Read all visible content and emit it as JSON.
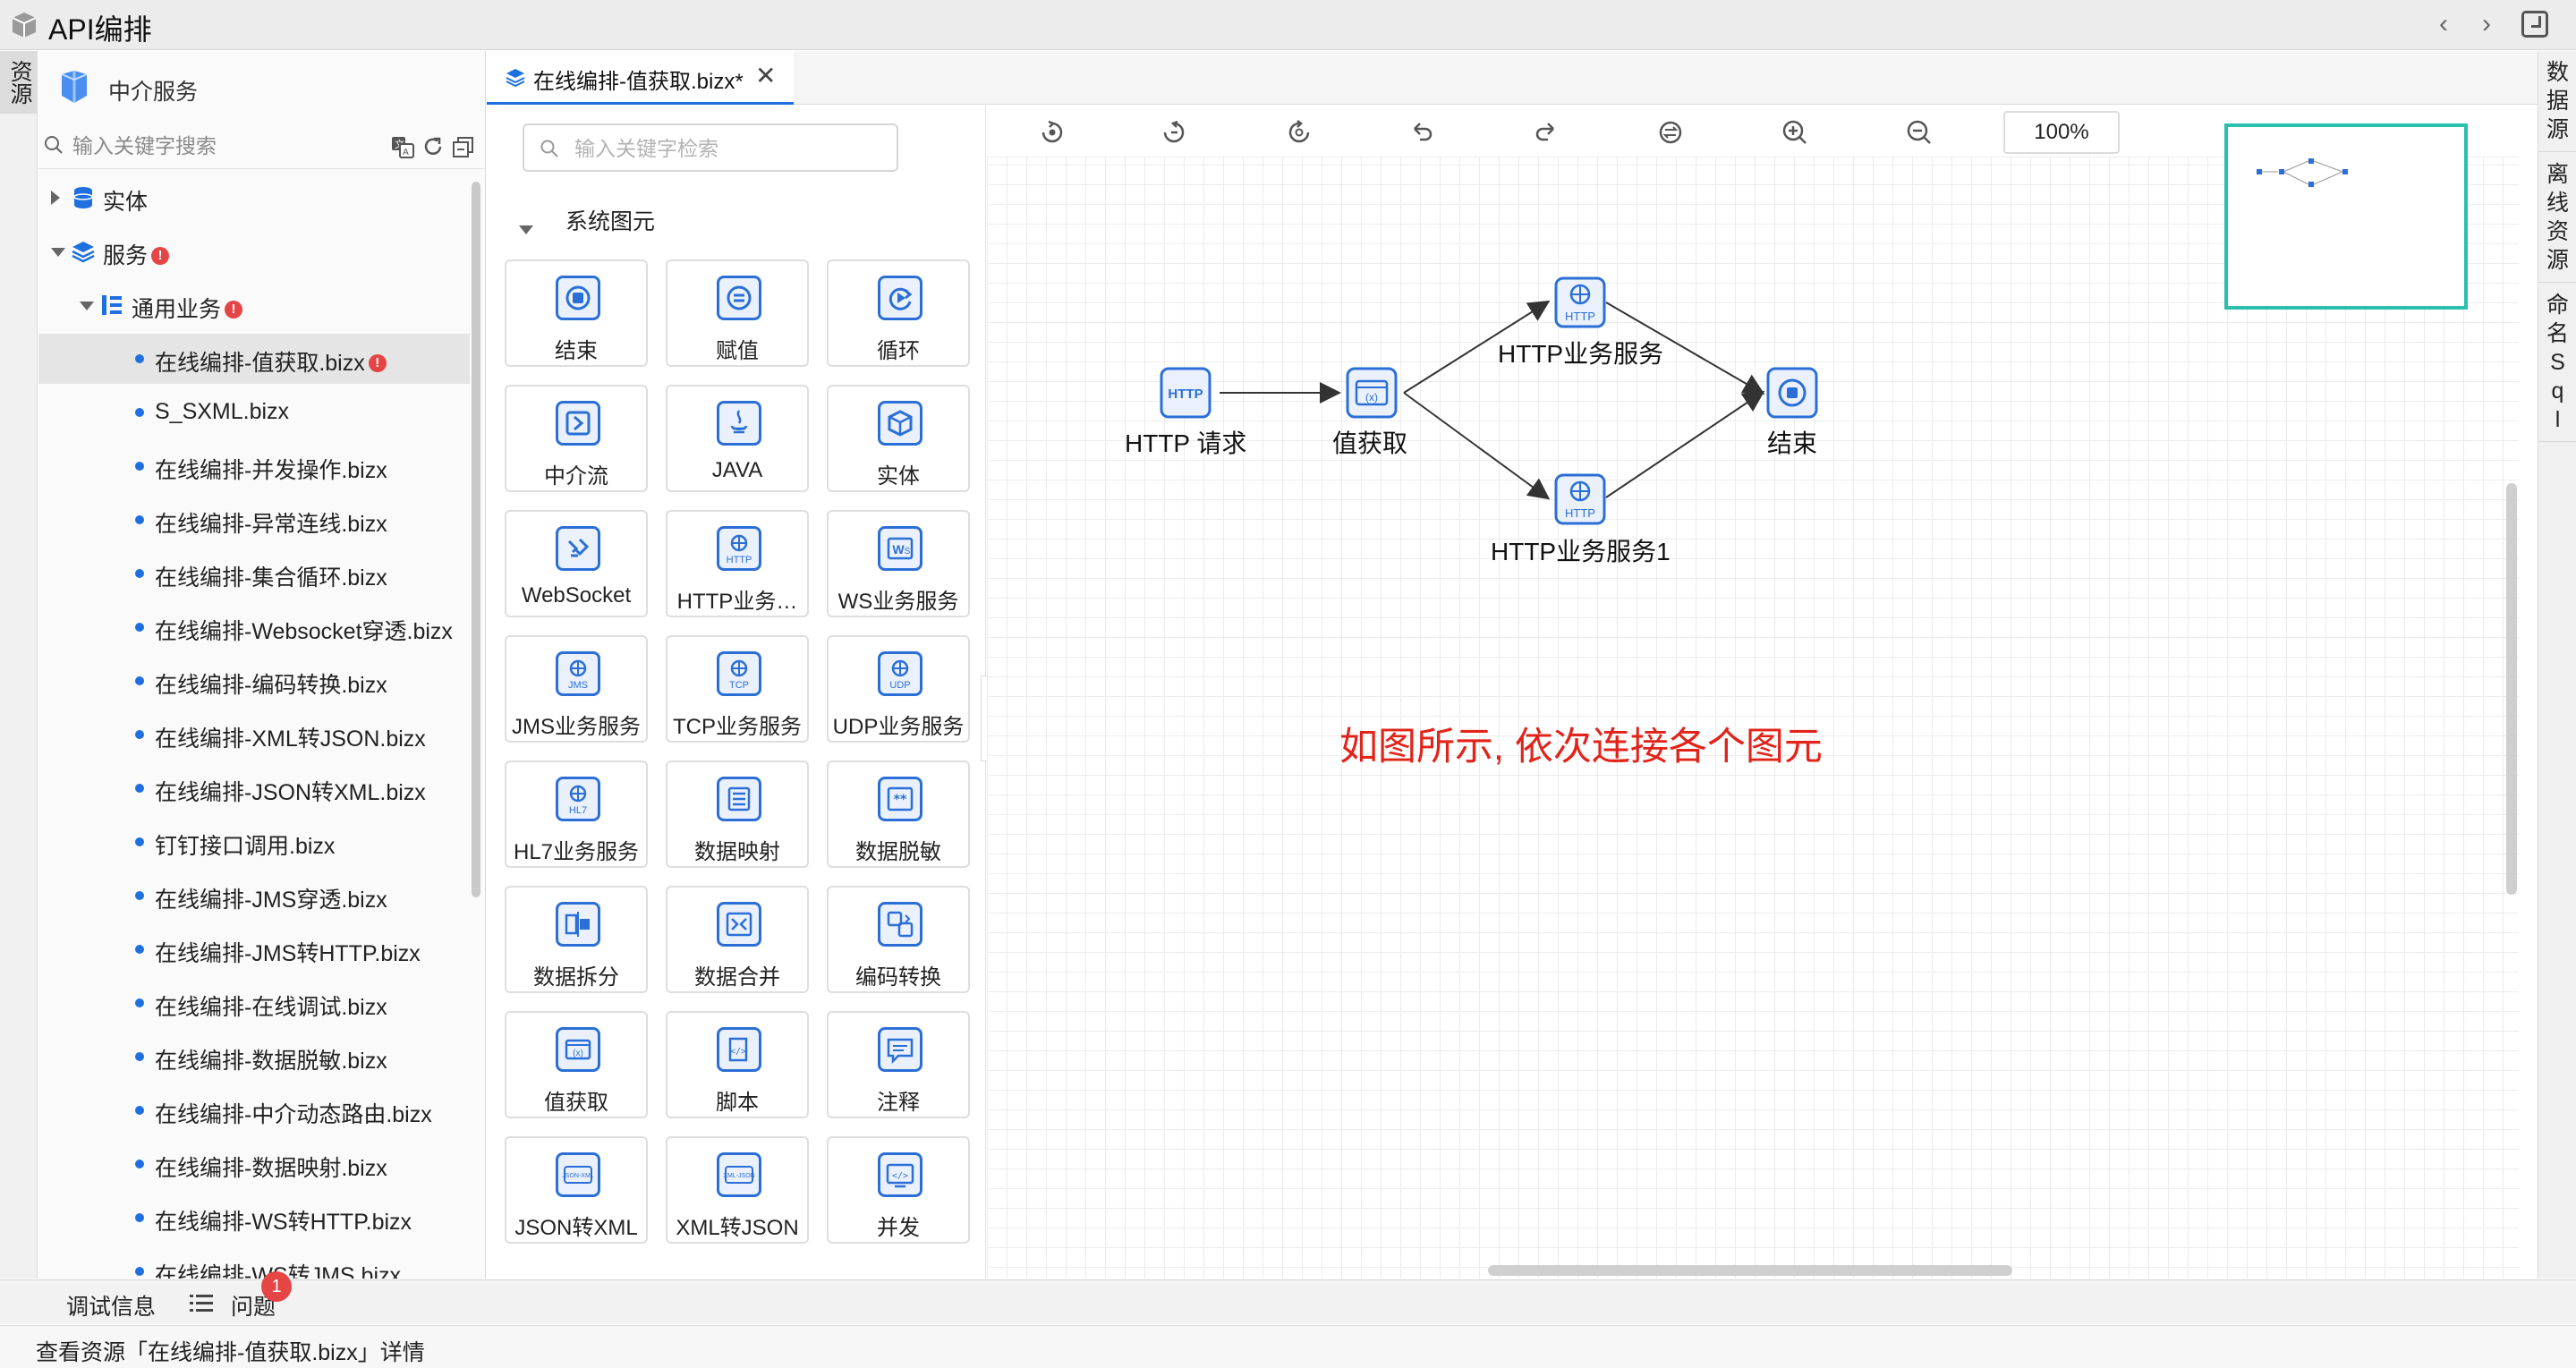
{
  "app": {
    "title": "API编排"
  },
  "left_strip": {
    "tab_label": "资源"
  },
  "tree": {
    "header_title": "中介服务",
    "search_placeholder": "输入关键字搜索",
    "items": [
      {
        "label": "实体",
        "level": 0,
        "kind": "entity",
        "expanded": false
      },
      {
        "label": "服务",
        "level": 0,
        "kind": "service",
        "expanded": true,
        "error": true
      },
      {
        "label": "通用业务",
        "level": 1,
        "kind": "folder",
        "expanded": true,
        "error": true
      },
      {
        "label": "在线编排-值获取.bizx",
        "level": 2,
        "kind": "file",
        "selected": true,
        "error": true
      },
      {
        "label": "S_SXML.bizx",
        "level": 2,
        "kind": "file"
      },
      {
        "label": "在线编排-并发操作.bizx",
        "level": 2,
        "kind": "file"
      },
      {
        "label": "在线编排-异常连线.bizx",
        "level": 2,
        "kind": "file"
      },
      {
        "label": "在线编排-集合循环.bizx",
        "level": 2,
        "kind": "file"
      },
      {
        "label": "在线编排-Websocket穿透.bizx",
        "level": 2,
        "kind": "file"
      },
      {
        "label": "在线编排-编码转换.bizx",
        "level": 2,
        "kind": "file"
      },
      {
        "label": "在线编排-XML转JSON.bizx",
        "level": 2,
        "kind": "file"
      },
      {
        "label": "在线编排-JSON转XML.bizx",
        "level": 2,
        "kind": "file"
      },
      {
        "label": "钉钉接口调用.bizx",
        "level": 2,
        "kind": "file"
      },
      {
        "label": "在线编排-JMS穿透.bizx",
        "level": 2,
        "kind": "file"
      },
      {
        "label": "在线编排-JMS转HTTP.bizx",
        "level": 2,
        "kind": "file"
      },
      {
        "label": "在线编排-在线调试.bizx",
        "level": 2,
        "kind": "file"
      },
      {
        "label": "在线编排-数据脱敏.bizx",
        "level": 2,
        "kind": "file"
      },
      {
        "label": "在线编排-中介动态路由.bizx",
        "level": 2,
        "kind": "file"
      },
      {
        "label": "在线编排-数据映射.bizx",
        "level": 2,
        "kind": "file"
      },
      {
        "label": "在线编排-WS转HTTP.bizx",
        "level": 2,
        "kind": "file"
      },
      {
        "label": "在线编排-WS转JMS.bizx",
        "level": 2,
        "kind": "file"
      }
    ]
  },
  "editor": {
    "tab_label": "在线编排-值获取.bizx*",
    "tab_close": "✕"
  },
  "palette": {
    "search_placeholder": "输入关键字检索",
    "group_label": "系统图元",
    "items": [
      {
        "label": "结束",
        "icon": "stop-icon"
      },
      {
        "label": "赋值",
        "icon": "assign-icon"
      },
      {
        "label": "循环",
        "icon": "loop-icon"
      },
      {
        "label": "中介流",
        "icon": "mediation-flow-icon"
      },
      {
        "label": "JAVA",
        "icon": "java-icon"
      },
      {
        "label": "实体",
        "icon": "entity-cube-icon"
      },
      {
        "label": "WebSocket",
        "icon": "websocket-icon"
      },
      {
        "label": "HTTP业务…",
        "icon": "http-icon"
      },
      {
        "label": "WS业务服务",
        "icon": "ws-icon"
      },
      {
        "label": "JMS业务服务",
        "icon": "jms-icon"
      },
      {
        "label": "TCP业务服务",
        "icon": "tcp-icon"
      },
      {
        "label": "UDP业务服务",
        "icon": "udp-icon"
      },
      {
        "label": "HL7业务服务",
        "icon": "hl7-icon"
      },
      {
        "label": "数据映射",
        "icon": "data-mapping-icon"
      },
      {
        "label": "数据脱敏",
        "icon": "data-masking-icon"
      },
      {
        "label": "数据拆分",
        "icon": "data-split-icon"
      },
      {
        "label": "数据合并",
        "icon": "data-merge-icon"
      },
      {
        "label": "编码转换",
        "icon": "encoding-convert-icon"
      },
      {
        "label": "值获取",
        "icon": "value-get-icon"
      },
      {
        "label": "脚本",
        "icon": "script-icon"
      },
      {
        "label": "注释",
        "icon": "comment-icon"
      },
      {
        "label": "JSON转XML",
        "icon": "json-to-xml-icon"
      },
      {
        "label": "XML转JSON",
        "icon": "xml-to-json-icon"
      },
      {
        "label": "并发",
        "icon": "concurrent-icon"
      }
    ]
  },
  "canvas": {
    "toolbar": {
      "buttons": [
        "run-debug-icon",
        "step-icon",
        "settings-cycle-icon",
        "undo-icon",
        "redo-icon",
        "sync-icon",
        "zoom-in-icon",
        "zoom-out-icon"
      ],
      "zoom": "100%"
    },
    "nodes": [
      {
        "id": "http-request",
        "label": "HTTP 请求",
        "icon_text": "HTTP"
      },
      {
        "id": "value-get",
        "label": "值获取",
        "icon_text": "(x)"
      },
      {
        "id": "http-service",
        "label": "HTTP业务服务",
        "icon_text": "HTTP"
      },
      {
        "id": "http-service-1",
        "label": "HTTP业务服务1",
        "icon_text": "HTTP"
      },
      {
        "id": "end",
        "label": "结束",
        "icon_text": ""
      }
    ],
    "annotation": "如图所示, 依次连接各个图元",
    "accent_color": "#e2231a"
  },
  "right_strip": {
    "tabs": [
      "数据源",
      "离线资源",
      "命名Sql"
    ]
  },
  "bottom": {
    "debug_tab": "调试信息",
    "problems_tab": "问题",
    "problems_count": "1"
  },
  "status": {
    "text": "查看资源「在线编排-值获取.bizx」详情"
  },
  "colors": {
    "primary": "#1e6fe0",
    "error": "#e54545",
    "minimap_border": "#2bbfb0"
  }
}
